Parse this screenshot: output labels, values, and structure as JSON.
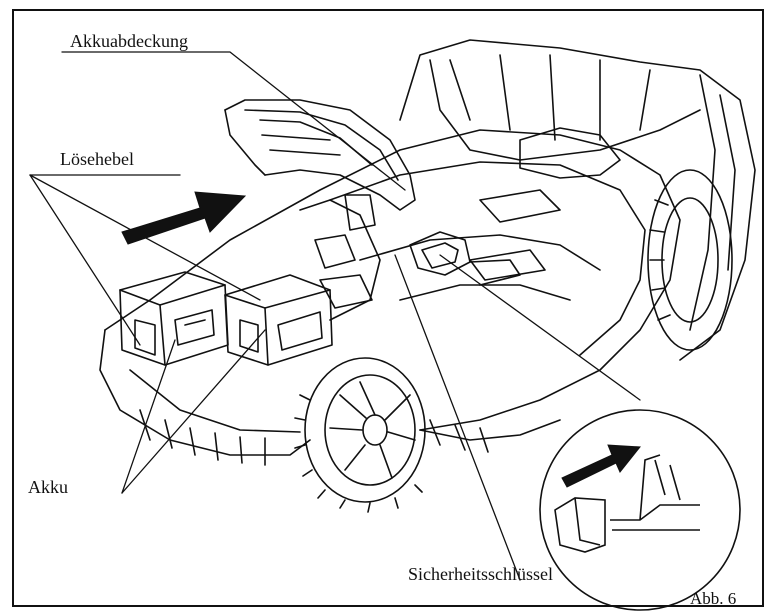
{
  "labels": {
    "battery_cover": "Akkuabdeckung",
    "release_lever": "Lösehebel",
    "battery": "Akku",
    "safety_key": "Sicherheitsschlüssel",
    "figure_number": "Abb. 6"
  },
  "colors": {
    "ink": "#111111",
    "paper": "#ffffff"
  }
}
